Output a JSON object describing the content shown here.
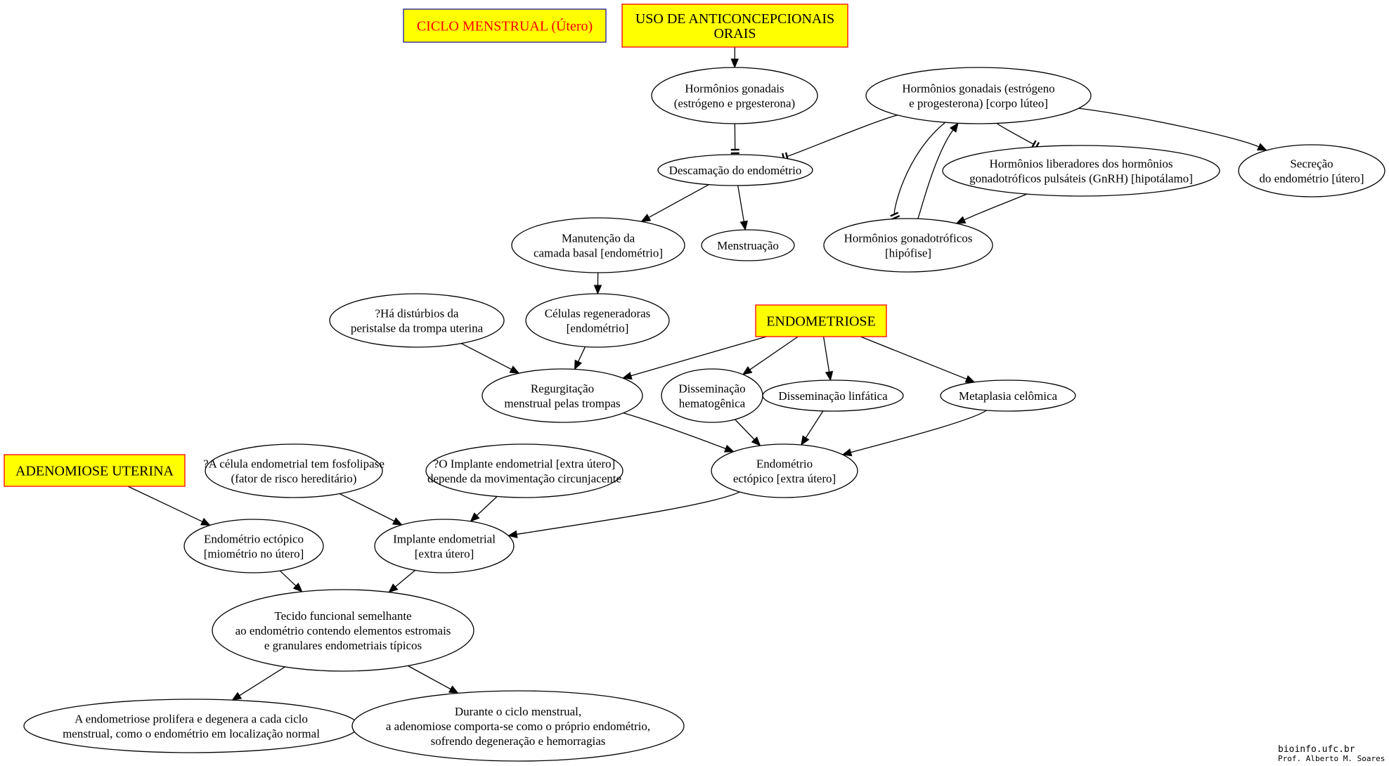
{
  "headings": [
    {
      "key": "ciclo",
      "text": "CICLO MENSTRUAL (Útero)",
      "text_color": "#ff0000",
      "border_color": "#1a1aa6",
      "fill": "#ffff00"
    },
    {
      "key": "anticoncepcionais",
      "lines": [
        "USO DE ANTICONCEPCIONAIS",
        "ORAIS"
      ],
      "text_color": "#000000",
      "border_color": "#ff0000",
      "fill": "#ffff00"
    },
    {
      "key": "endometriose",
      "text": "ENDOMETRIOSE",
      "text_color": "#000000",
      "border_color": "#ff0000",
      "fill": "#ffff00"
    },
    {
      "key": "adenomiose",
      "text": "ADENOMIOSE UTERINA",
      "text_color": "#000000",
      "border_color": "#ff0000",
      "fill": "#ffff00"
    }
  ],
  "nodes": [
    {
      "key": "hg1",
      "lines": [
        "Hormônios gonadais",
        "(estrógeno e prgesterona)"
      ]
    },
    {
      "key": "hg2",
      "lines": [
        "Hormônios gonadais (estrógeno",
        "e progesterona) [corpo lúteo]"
      ]
    },
    {
      "key": "descamacao",
      "lines": [
        "Descamação do endométrio"
      ]
    },
    {
      "key": "gnrh",
      "lines": [
        "Hormônios liberadores dos hormônios",
        "gonadotróficos pulsáteis (GnRH) [hipotálamo]"
      ]
    },
    {
      "key": "secrecao",
      "lines": [
        "Secreção",
        "do endométrio [útero]"
      ]
    },
    {
      "key": "manutencao",
      "lines": [
        "Manutenção da",
        "camada basal [endométrio]"
      ]
    },
    {
      "key": "menstruacao",
      "lines": [
        "Menstruação"
      ]
    },
    {
      "key": "gonadotroficos",
      "lines": [
        "Hormônios gonadotróficos",
        "[hipófise]"
      ]
    },
    {
      "key": "disturbios",
      "lines": [
        "?Há distúrbios da",
        "peristalse da trompa uterina"
      ]
    },
    {
      "key": "celulas",
      "lines": [
        "Células regeneradoras",
        "[endométrio]"
      ]
    },
    {
      "key": "regurgitacao",
      "lines": [
        "Regurgitação",
        "menstrual pelas trompas"
      ]
    },
    {
      "key": "hematogenica",
      "lines": [
        "Disseminação",
        "hematogênica"
      ]
    },
    {
      "key": "linfatica",
      "lines": [
        "Disseminação linfática"
      ]
    },
    {
      "key": "metaplasia",
      "lines": [
        "Metaplasia celômica"
      ]
    },
    {
      "key": "fosfolipase",
      "lines": [
        "?A célula endometrial tem fosfolipase",
        "(fator de risco hereditário)"
      ]
    },
    {
      "key": "implante_dep",
      "lines": [
        "?O Implante endometrial [extra útero]",
        "depende da movimentação circunjacente"
      ]
    },
    {
      "key": "ectopico_extra",
      "lines": [
        "Endométrio",
        "ectópico [extra útero]"
      ]
    },
    {
      "key": "ectopico_mio",
      "lines": [
        "Endométrio ectópico",
        "[miométrio no útero]"
      ]
    },
    {
      "key": "implante",
      "lines": [
        "Implante endometrial",
        "[extra útero]"
      ]
    },
    {
      "key": "tecido",
      "lines": [
        "Tecido funcional semelhante",
        "ao endométrio contendo elementos estromais",
        "e granulares endometriais típicos"
      ]
    },
    {
      "key": "prolifera",
      "lines": [
        "A endometriose prolifera e degenera a cada ciclo",
        "menstrual, como o endométrio em localização normal"
      ]
    },
    {
      "key": "durante",
      "lines": [
        "Durante o ciclo menstrual,",
        "a adenomiose comporta-se como o próprio endométrio,",
        "sofrendo degeneração e hemorragias"
      ]
    }
  ],
  "edges": [
    {
      "from": "anticoncepcionais",
      "to": "hg1",
      "type": "normal"
    },
    {
      "from": "hg1",
      "to": "descamacao",
      "type": "inhibit"
    },
    {
      "from": "hg2",
      "to": "descamacao",
      "type": "inhibit"
    },
    {
      "from": "hg2",
      "to": "gnrh",
      "type": "inhibit"
    },
    {
      "from": "hg2",
      "to": "secrecao",
      "type": "normal"
    },
    {
      "from": "hg2",
      "to": "gonadotroficos",
      "type": "inhibit"
    },
    {
      "from": "gonadotroficos",
      "to": "hg2",
      "type": "normal"
    },
    {
      "from": "gnrh",
      "to": "gonadotroficos",
      "type": "normal"
    },
    {
      "from": "descamacao",
      "to": "manutencao",
      "type": "normal"
    },
    {
      "from": "descamacao",
      "to": "menstruacao",
      "type": "normal"
    },
    {
      "from": "manutencao",
      "to": "celulas",
      "type": "normal"
    },
    {
      "from": "disturbios",
      "to": "regurgitacao",
      "type": "normal"
    },
    {
      "from": "celulas",
      "to": "regurgitacao",
      "type": "normal"
    },
    {
      "from": "endometriose",
      "to": "regurgitacao",
      "type": "normal"
    },
    {
      "from": "endometriose",
      "to": "hematogenica",
      "type": "normal"
    },
    {
      "from": "endometriose",
      "to": "linfatica",
      "type": "normal"
    },
    {
      "from": "endometriose",
      "to": "metaplasia",
      "type": "normal"
    },
    {
      "from": "regurgitacao",
      "to": "ectopico_extra",
      "type": "normal"
    },
    {
      "from": "hematogenica",
      "to": "ectopico_extra",
      "type": "normal"
    },
    {
      "from": "linfatica",
      "to": "ectopico_extra",
      "type": "normal"
    },
    {
      "from": "metaplasia",
      "to": "ectopico_extra",
      "type": "normal"
    },
    {
      "from": "adenomiose",
      "to": "ectopico_mio",
      "type": "normal"
    },
    {
      "from": "fosfolipase",
      "to": "implante",
      "type": "normal"
    },
    {
      "from": "implante_dep",
      "to": "implante",
      "type": "normal"
    },
    {
      "from": "ectopico_extra",
      "to": "implante",
      "type": "normal"
    },
    {
      "from": "ectopico_mio",
      "to": "tecido",
      "type": "normal"
    },
    {
      "from": "implante",
      "to": "tecido",
      "type": "normal"
    },
    {
      "from": "tecido",
      "to": "prolifera",
      "type": "normal"
    },
    {
      "from": "tecido",
      "to": "durante",
      "type": "normal"
    }
  ],
  "credit": {
    "line1": "bioinfo.ufc.br",
    "line2": "Prof. Alberto M. Soares"
  }
}
